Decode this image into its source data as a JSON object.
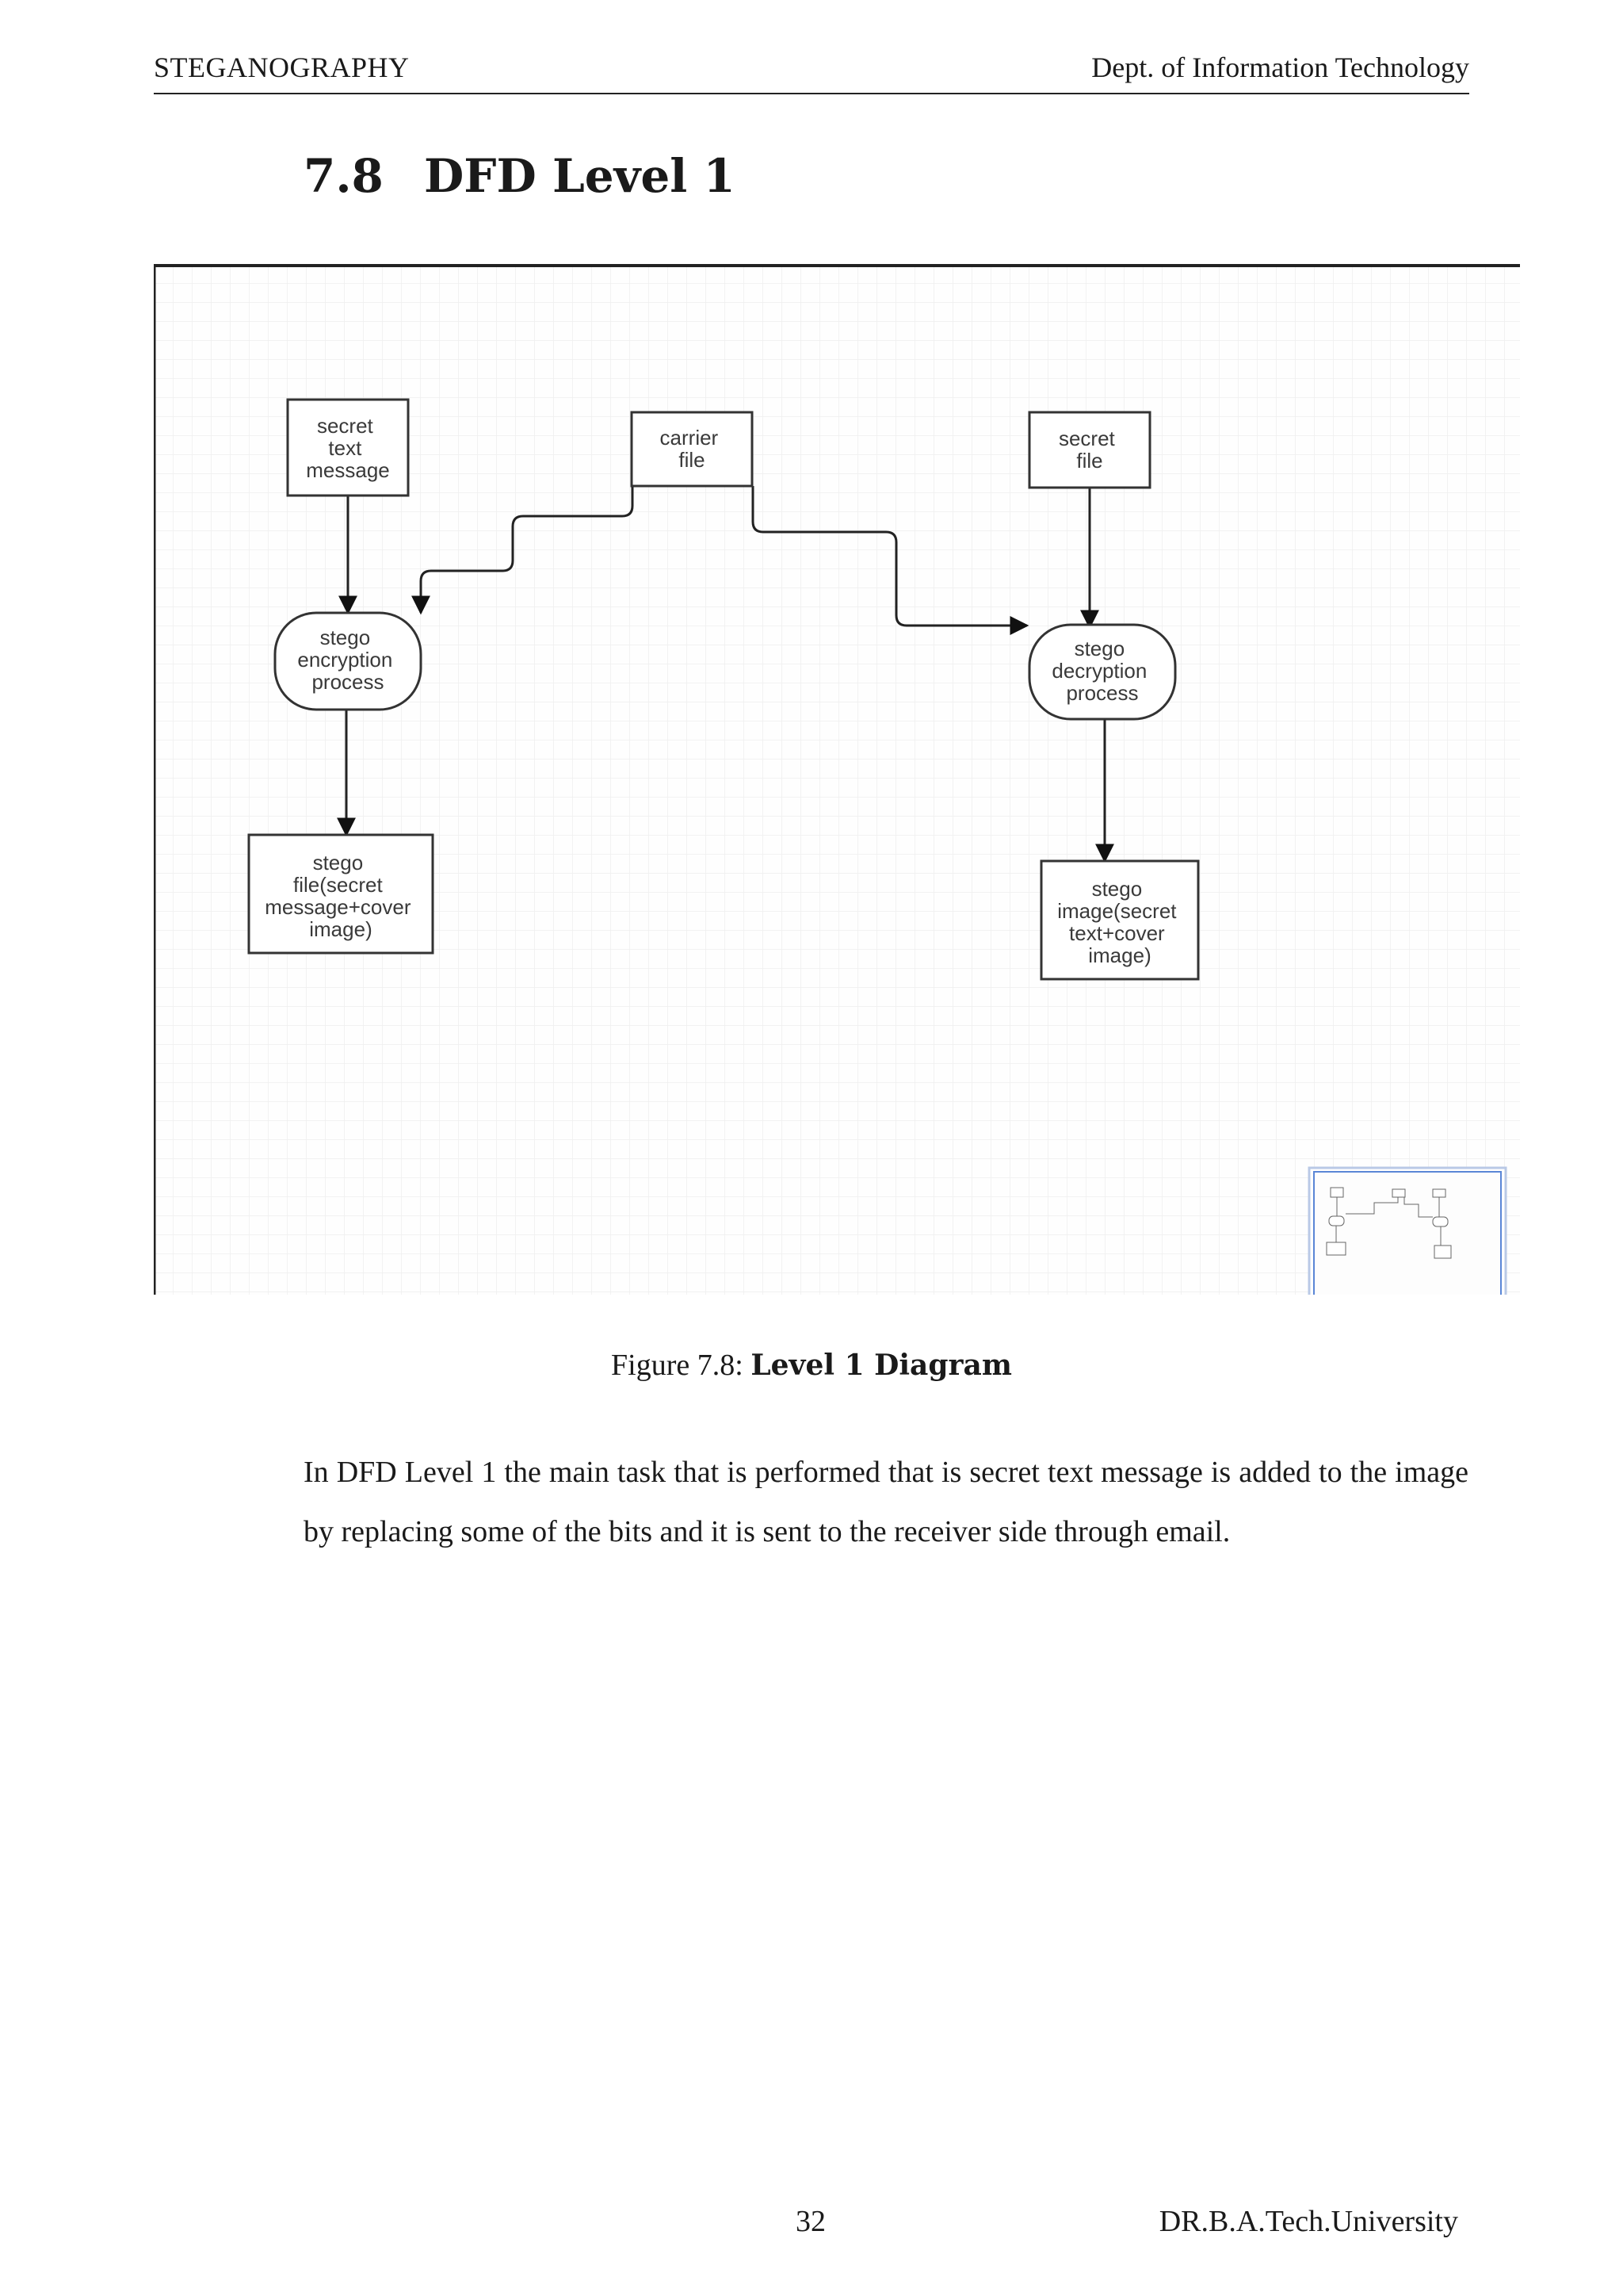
{
  "header": {
    "left": "STEGANOGRAPHY",
    "right": "Dept. of Information Technology"
  },
  "section": {
    "number": "7.8",
    "title": "DFD Level 1"
  },
  "diagram": {
    "nodes": {
      "secret_text_message": [
        "secret",
        "text",
        "message"
      ],
      "carrier_file": [
        "carrier",
        "file"
      ],
      "secret_file": [
        "secret",
        "file"
      ],
      "stego_encryption_process": [
        "stego",
        "encryption",
        "process"
      ],
      "stego_decryption_process": [
        "stego",
        "decryption",
        "process"
      ],
      "stego_file": [
        "stego",
        "file(secret",
        "message+cover",
        "image)"
      ],
      "stego_image": [
        "stego",
        "image(secret",
        "text+cover",
        "image)"
      ]
    }
  },
  "caption": {
    "prefix": "Figure 7.8:",
    "title": "Level 1 Diagram"
  },
  "body": {
    "paragraph": "In DFD Level 1 the main task that is performed that is secret text message is added to the image by replacing some of the bits and it is sent to the receiver side through email."
  },
  "footer": {
    "page_number": "32",
    "institution": "DR.B.A.Tech.University"
  }
}
